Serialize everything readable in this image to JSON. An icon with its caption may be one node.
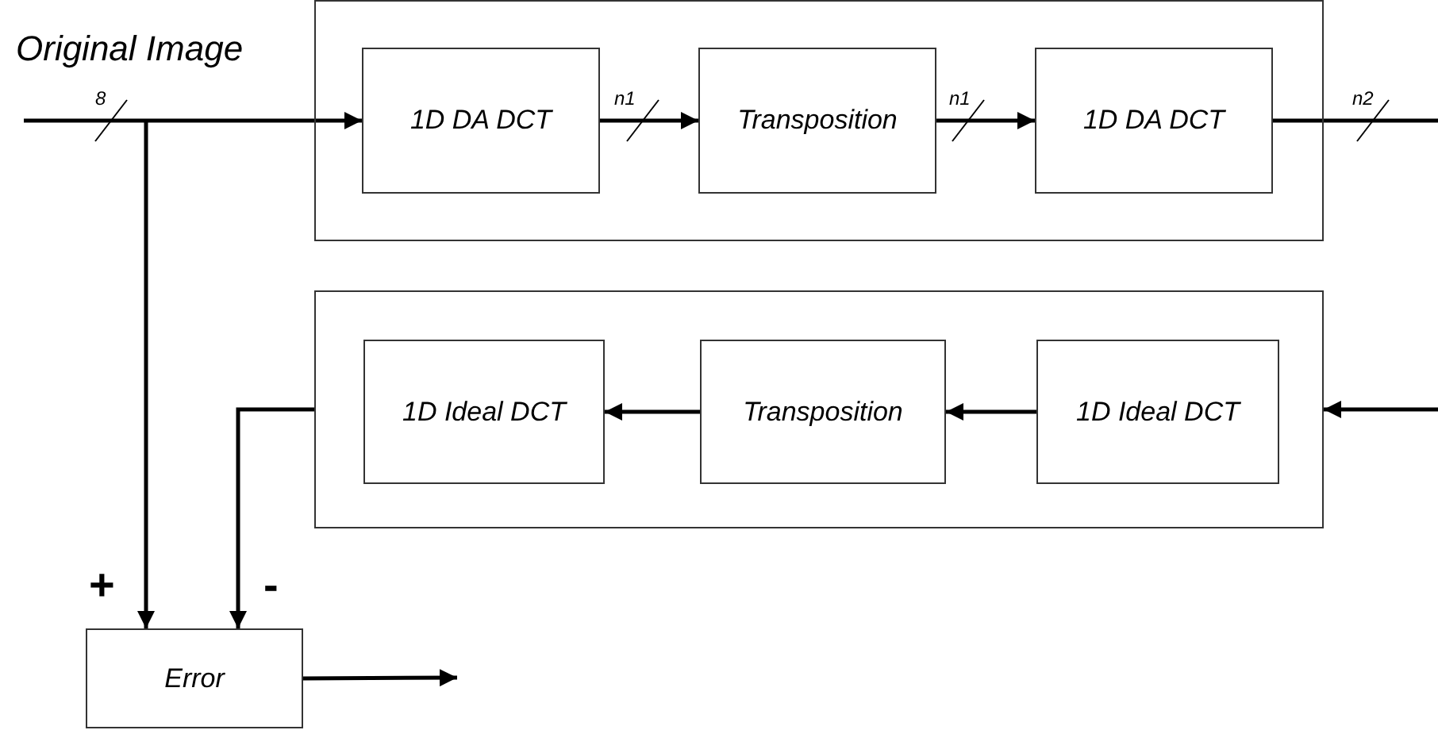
{
  "diagram": {
    "nodes": [
      {
        "text": [],
        "shape": "box"
      },
      {
        "text": [
          "1D DA DCT"
        ],
        "in": 0
      },
      {
        "text": [
          "Transposition"
        ],
        "in": 0
      },
      {
        "text": [
          "1D DA DCT"
        ],
        "in": 0
      },
      {
        "text": [],
        "shape": "box"
      },
      {
        "text": [
          "1D Ideal DCT"
        ],
        "in": 4
      },
      {
        "text": [
          "Transposition"
        ],
        "in": 4
      },
      {
        "text": [
          "1D Ideal DCT"
        ],
        "in": 4
      },
      {
        "text": [
          "Error"
        ]
      }
    ],
    "edges": [
      {
        "from": null,
        "to": 1,
        "arrow": "to",
        "label": "8"
      },
      {
        "from": null,
        "to": 8,
        "arrow": "to",
        "label": "+"
      },
      {
        "from": 1,
        "to": 2,
        "arrow": "to",
        "label": "n1"
      },
      {
        "from": 2,
        "to": 3,
        "arrow": "to",
        "label": "n1"
      },
      {
        "from": 3,
        "to": null,
        "arrow": "none",
        "label": "n2"
      },
      {
        "from": null,
        "to": 4,
        "arrow": "to"
      },
      {
        "from": 7,
        "to": 6,
        "arrow": "to"
      },
      {
        "from": 6,
        "to": 5,
        "arrow": "to"
      },
      {
        "from": 4,
        "to": 8,
        "arrow": "to",
        "label": "-"
      },
      {
        "from": 8,
        "to": null,
        "arrow": "to"
      }
    ],
    "labels": [
      "Original Image"
    ]
  }
}
